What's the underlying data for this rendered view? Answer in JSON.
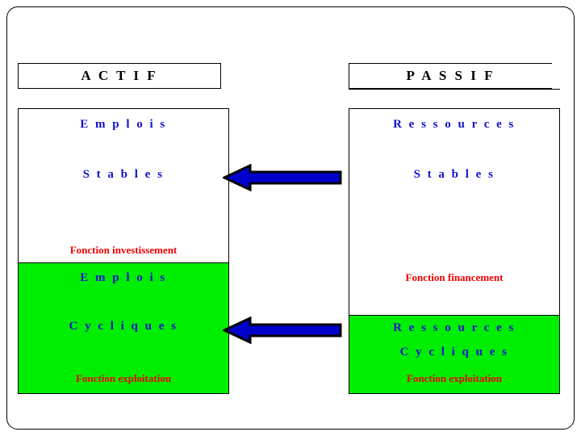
{
  "slide": {
    "title_actif": "A C T I F",
    "title_passif": "P A S S I F"
  },
  "colors": {
    "blue_text": "#1111cc",
    "red_text": "#ee0000",
    "green_fill": "#00ee00",
    "arrow_fill": "#0000cc",
    "arrow_outline": "#000000",
    "border": "#000000",
    "background": "#ffffff"
  },
  "actif": {
    "stable_line1": "E m p l o i s",
    "stable_line2": "S t a b l e s",
    "stable_function": "Fonction investissement",
    "cyclic_line1": "E m p l o i s",
    "cyclic_line2": "C y c l i q u e s",
    "cyclic_function": "Fonction exploitation"
  },
  "passif": {
    "stable_line1": "R e s s o u r c e s",
    "stable_line2": "S t a b l e s",
    "stable_function": "Fonction financement",
    "cyclic_line1": "R e s s o u r c e s",
    "cyclic_line2": "C y c l i q u e s",
    "cyclic_function": "Fonction exploitation"
  },
  "arrows": [
    {
      "name": "arrow-stable-resources-to-employments",
      "direction": "left"
    },
    {
      "name": "arrow-cyclic-resources-to-employments",
      "direction": "left"
    }
  ]
}
